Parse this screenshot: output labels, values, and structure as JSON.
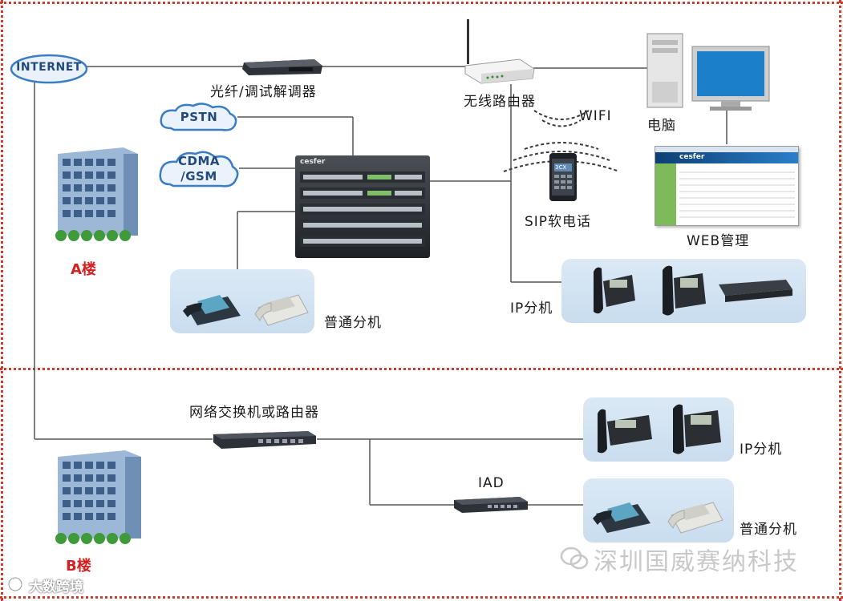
{
  "nodes": {
    "internet": "INTERNET",
    "modem": "光纤/调试解调器",
    "router_wireless": "无线路由器",
    "pc": "电脑",
    "pstn": "PSTN",
    "cdma": "CDMA\n/GSM",
    "wifi": "WIFI",
    "sip_phone": "SIP软电话",
    "web_admin": "WEB管理",
    "building_a": "A楼",
    "analog_ext_a": "普通分机",
    "ip_ext_a": "IP分机",
    "switch_router": "网络交换机或路由器",
    "ip_ext_b": "IP分机",
    "iad": "IAD",
    "analog_ext_b": "普通分机",
    "building_b": "B楼"
  },
  "branding": {
    "device_brand": "cesfer",
    "watermark": "深圳国威赛纳科技",
    "corner_logo": "大数跨境",
    "softphone_logo": "3CX"
  },
  "colors": {
    "border": "#d23a2a",
    "building_label": "#d42020",
    "panel": "#c9ddef",
    "cloud": "#3b7dc4"
  }
}
